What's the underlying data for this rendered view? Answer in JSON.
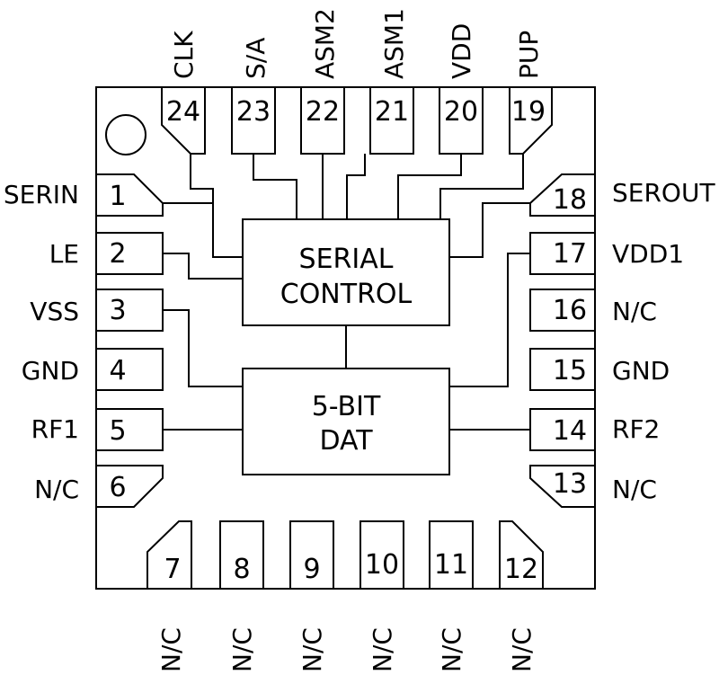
{
  "pin_names": {
    "p24": "CLK",
    "p23": "S/A",
    "p22": "ASM2",
    "p21": "ASM1",
    "p20": "VDD",
    "p19": "PUP",
    "p1": "SERIN",
    "p2": "LE",
    "p3": "VSS",
    "p4": "GND",
    "p5": "RF1",
    "p6": "N/C",
    "p18": "SEROUT",
    "p17": "VDD1",
    "p16": "N/C",
    "p15": "GND",
    "p14": "RF2",
    "p13": "N/C",
    "p7": "N/C",
    "p8": "N/C",
    "p9": "N/C",
    "p10": "N/C",
    "p11": "N/C",
    "p12": "N/C"
  },
  "pin_numbers": {
    "p1": "1",
    "p2": "2",
    "p3": "3",
    "p4": "4",
    "p5": "5",
    "p6": "6",
    "p7": "7",
    "p8": "8",
    "p9": "9",
    "p10": "10",
    "p11": "11",
    "p12": "12",
    "p13": "13",
    "p14": "14",
    "p15": "15",
    "p16": "16",
    "p17": "17",
    "p18": "18",
    "p19": "19",
    "p20": "20",
    "p21": "21",
    "p22": "22",
    "p23": "23",
    "p24": "24"
  },
  "blocks": {
    "serial_control": {
      "line1": "SERIAL",
      "line2": "CONTROL"
    },
    "dat": {
      "line1": "5-BIT",
      "line2": "DAT"
    }
  }
}
